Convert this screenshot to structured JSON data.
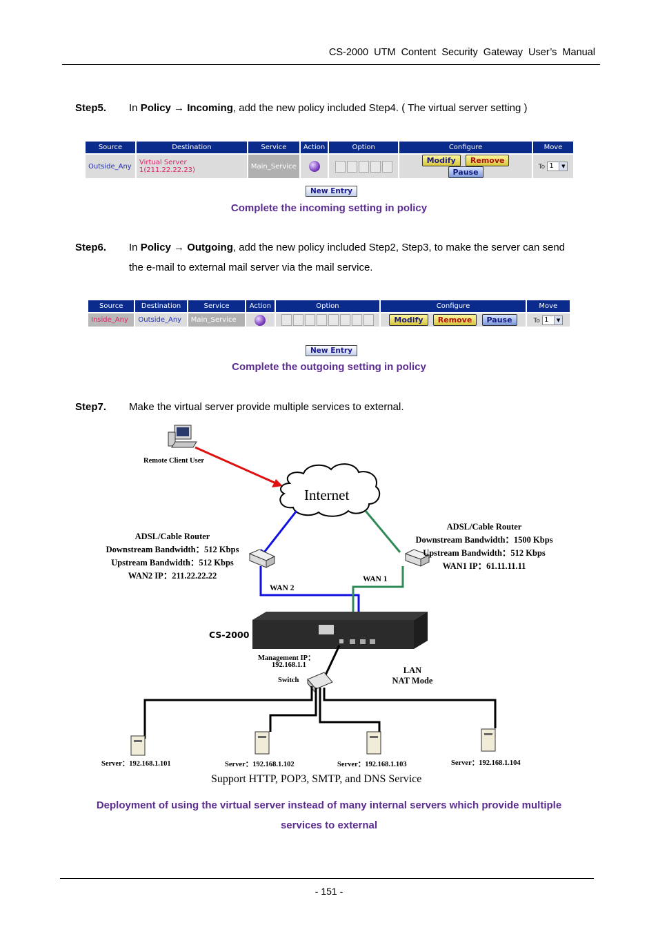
{
  "header": {
    "title": "CS-2000  UTM  Content  Security  Gateway  User’s  Manual"
  },
  "step5": {
    "label": "Step5.",
    "text_pre": "In ",
    "policy": "Policy",
    "arrow": "→",
    "target": "Incoming",
    "text_post": ", add the new policy included Step4. ( The virtual server setting )"
  },
  "table_in": {
    "headers": [
      "Source",
      "Destination",
      "Service",
      "Action",
      "Option",
      "Configure",
      "Move"
    ],
    "row": {
      "source": "Outside_Any",
      "destination": "Virtual Server 1(211.22.22.23)",
      "service": "Main_Service",
      "modify": "Modify",
      "remove": "Remove",
      "pause": "Pause",
      "to": "To",
      "move_value": "1"
    },
    "new_entry": "New  Entry"
  },
  "caption_in": "Complete the incoming setting in policy",
  "step6": {
    "label": "Step6.",
    "text_pre": "In ",
    "policy": "Policy",
    "arrow": "→",
    "target": "Outgoing",
    "text_post": ", add the new policy included Step2, Step3, to make the server can send",
    "line2": "the e-mail to external mail server via the mail service."
  },
  "table_out": {
    "headers": [
      "Source",
      "Destination",
      "Service",
      "Action",
      "Option",
      "Configure",
      "Move"
    ],
    "row": {
      "source": "Inside_Any",
      "destination": "Outside_Any",
      "service": "Main_Service",
      "modify": "Modify",
      "remove": "Remove",
      "pause": "Pause",
      "to": "To",
      "move_value": "1"
    },
    "new_entry": "New  Entry"
  },
  "caption_out": "Complete the outgoing setting in policy",
  "step7": {
    "label": "Step7.",
    "text": "Make the virtual server provide multiple services to external."
  },
  "diagram": {
    "remote_client": "Remote Client User",
    "internet": "Internet",
    "router_left": {
      "title": "ADSL/Cable Router",
      "down": "Downstream Bandwidth：512 Kbps",
      "up": "Upstream Bandwidth：512 Kbps",
      "wan": "WAN2 IP：211.22.22.22"
    },
    "router_right": {
      "title": "ADSL/Cable Router",
      "down": "Downstream Bandwidth：1500 Kbps",
      "up": "Upstream Bandwidth：512 Kbps",
      "wan": "WAN1 IP：61.11.11.11"
    },
    "wan2": "WAN 2",
    "wan1": "WAN 1",
    "device": "CS-2000",
    "mgmt_label": "Management IP：",
    "mgmt_ip": "192.168.1.1",
    "switch": "Switch",
    "lan": "LAN",
    "nat": "NAT Mode",
    "servers": [
      "Server：192.168.1.101",
      "Server：192.168.1.102",
      "Server：192.168.1.103",
      "Server：192.168.1.104"
    ],
    "support": "Support HTTP, POP3, SMTP, and DNS Service"
  },
  "caption_diagram_line1": "Deployment of using the virtual server instead of many internal servers which provide multiple",
  "caption_diagram_line2": "services to external",
  "footer": {
    "page": "- 151 -"
  }
}
